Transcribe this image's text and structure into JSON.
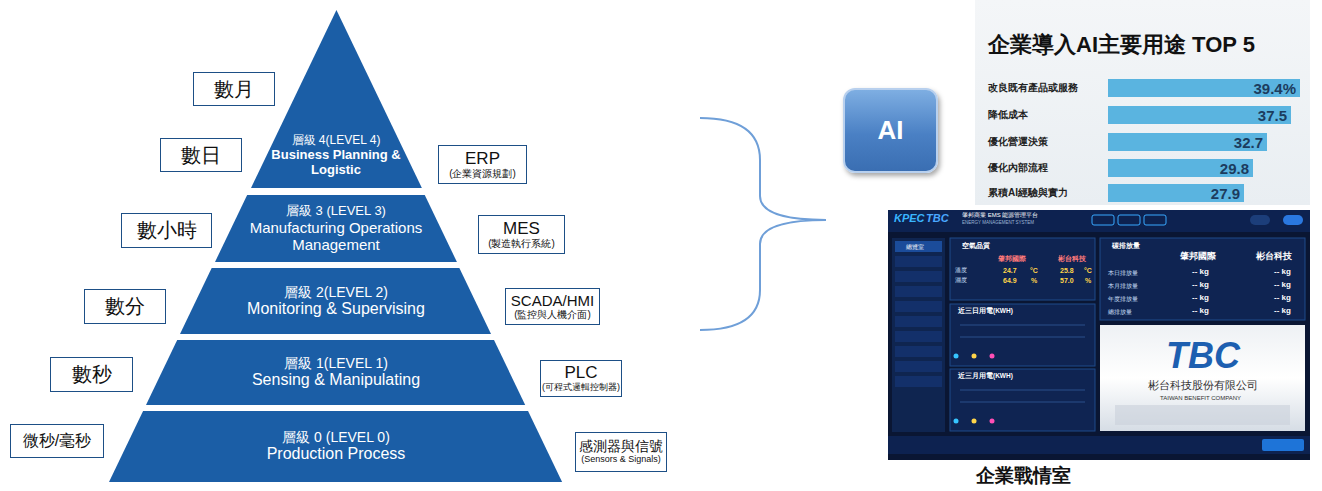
{
  "diagram": {
    "caption": "企業戰情室",
    "nodes": [
      {
        "text": [
          "層級 4(LEVEL 4)",
          "Business Planning & Logistic"
        ]
      },
      {
        "text": [
          "層級 3 (LEVEL 3)",
          "Manufacturing Operations Management"
        ]
      },
      {
        "text": [
          "層級 2(LEVEL 2)",
          "Monitoring & Supervising"
        ]
      },
      {
        "text": [
          "層級 1(LEVEL 1)",
          "Sensing & Manipulating"
        ]
      },
      {
        "text": [
          "層級 0 (LEVEL 0)",
          "Production Process"
        ]
      },
      {
        "text": [
          "數月"
        ]
      },
      {
        "text": [
          "數日"
        ]
      },
      {
        "text": [
          "數小時"
        ]
      },
      {
        "text": [
          "數分"
        ]
      },
      {
        "text": [
          "數秒"
        ]
      },
      {
        "text": [
          "微秒/毫秒"
        ]
      },
      {
        "text": [
          "ERP",
          "(企業資源規劃)"
        ]
      },
      {
        "text": [
          "MES",
          "(製造執行系統)"
        ]
      },
      {
        "text": [
          "SCADA/HMI",
          "(監控與人機介面)"
        ]
      },
      {
        "text": [
          "PLC",
          "(可程式邏輯控制器)"
        ]
      },
      {
        "text": [
          "感測器與信號",
          "(Sensors & Signals)"
        ]
      },
      {
        "text": [
          "AI"
        ]
      },
      {
        "text": [
          "企業導入AI主要用途 TOP 5"
        ]
      },
      {
        "text": [
          "改良既有產品或服務",
          "39.4%"
        ],
        "in": 17
      },
      {
        "text": [
          "降低成本",
          "37.5"
        ],
        "in": 17
      },
      {
        "text": [
          "優化營運決策",
          "32.7"
        ],
        "in": 17
      },
      {
        "text": [
          "優化內部流程",
          "29.8"
        ],
        "in": 17
      },
      {
        "text": [
          "累積AI經驗與實力",
          "27.9"
        ],
        "in": 17
      }
    ],
    "labels": [
      "KPEC",
      "TBC",
      "肇邦商業 EMS 能源管理平台",
      "ENERGY MANAGEMENT SYSTEM",
      "總覽室",
      "空氣品質",
      "肇邦國際",
      "彬台科技",
      "溫度",
      "24.7",
      "°C",
      "25.8",
      "°C",
      "濕度",
      "64.9",
      "%",
      "57.0",
      "%",
      "碳排放量",
      "肇邦國際",
      "彬台科技",
      "本日排放量",
      "-- kg",
      "-- kg",
      "本月排放量",
      "-- kg",
      "-- kg",
      "年度排放量",
      "-- kg",
      "-- kg",
      "總排放量",
      "-- kg",
      "-- kg",
      "近三日用電(KWH)",
      "近三月用電(KWH)",
      "TBC",
      "彬台科技股份有限公司",
      "TAIWAN BENEFIT COMPANY"
    ]
  }
}
